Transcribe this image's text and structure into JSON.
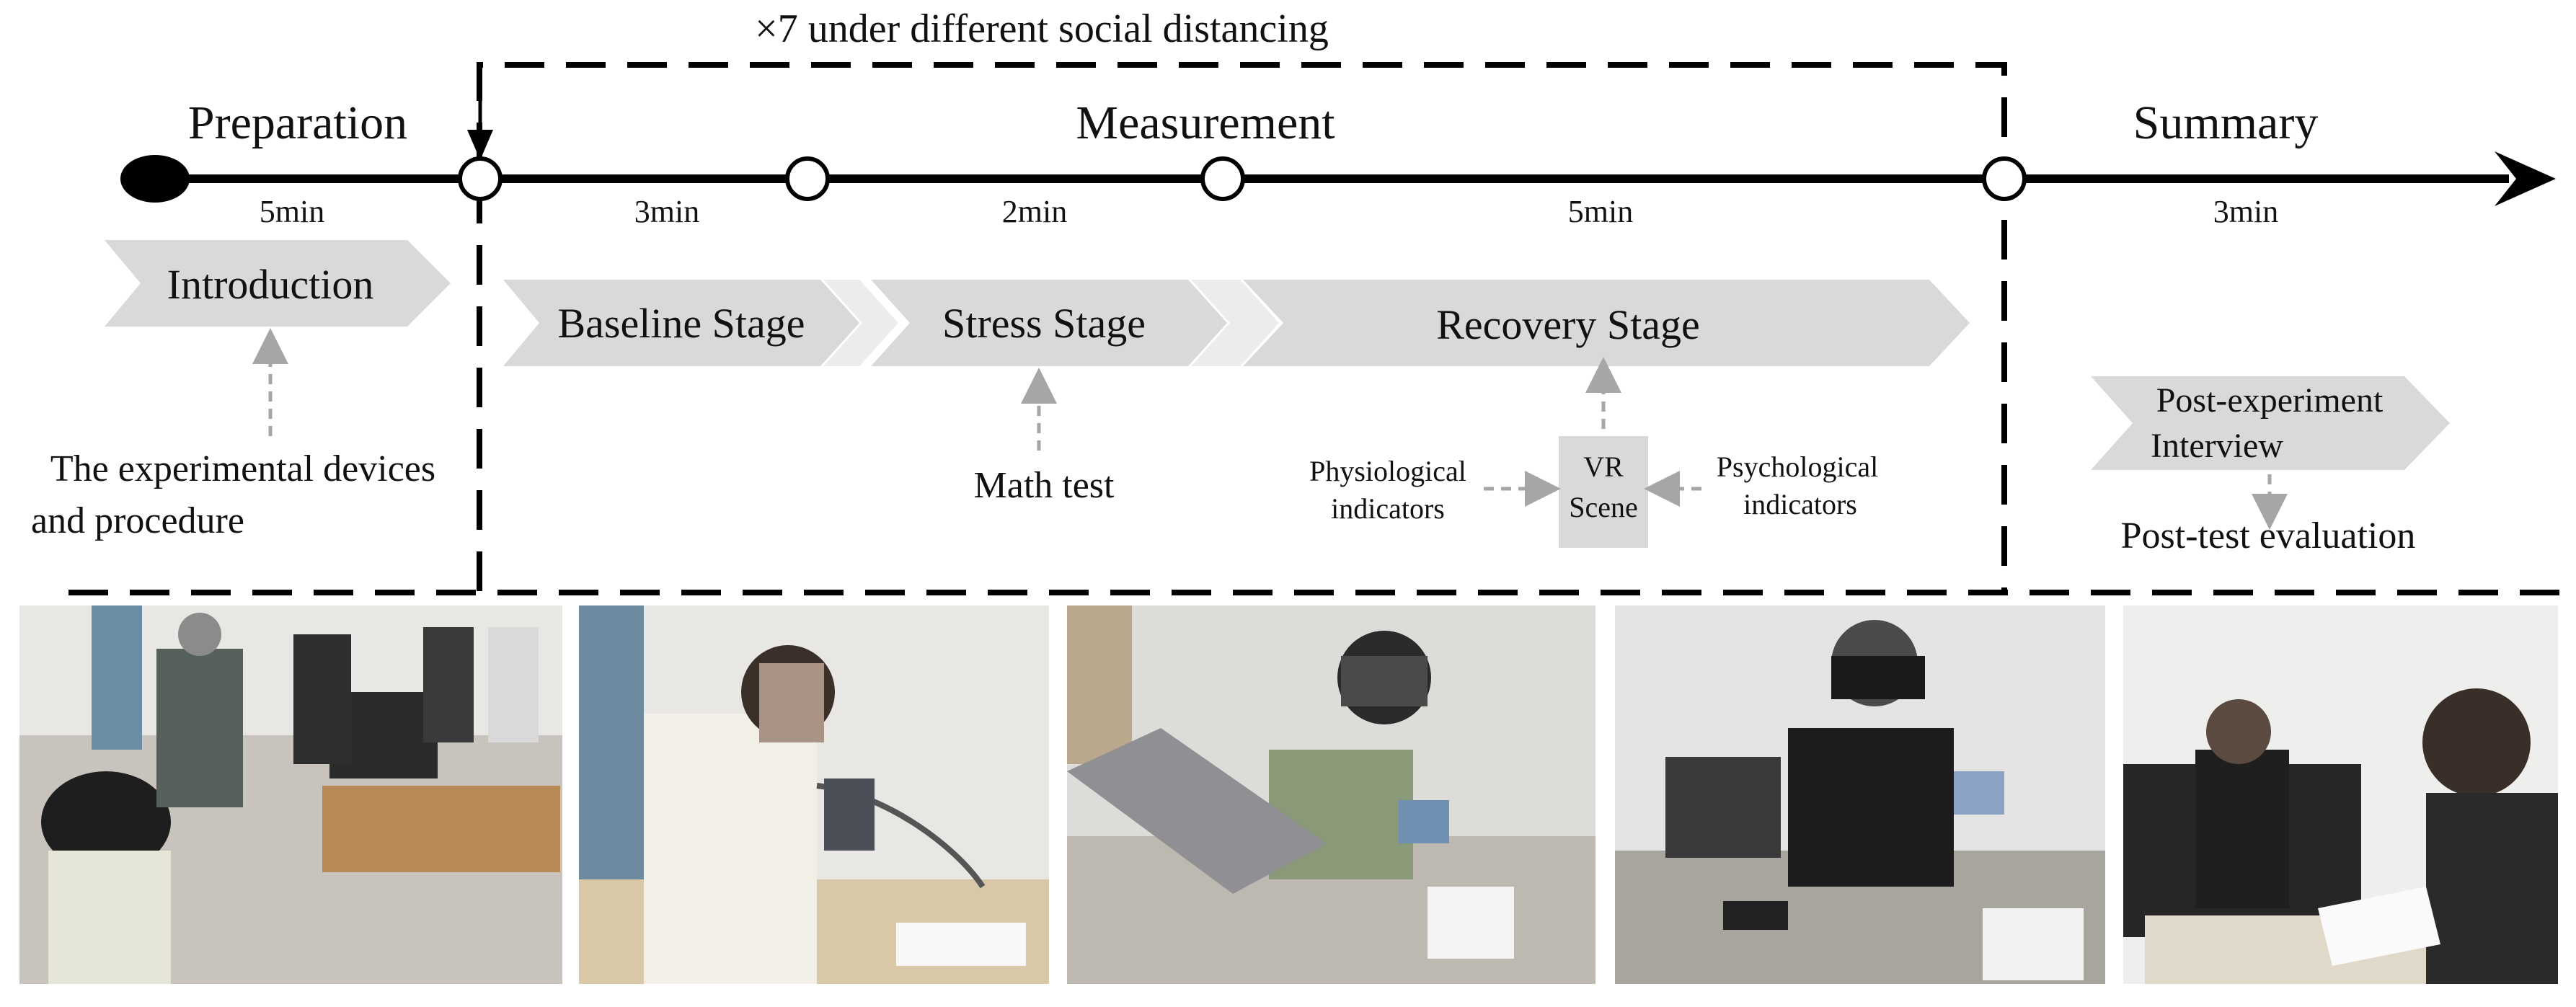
{
  "repeat_label": "×7 under different social distancing",
  "phases": {
    "preparation": "Preparation",
    "measurement": "Measurement",
    "summary": "Summary"
  },
  "durations": [
    "5min",
    "3min",
    "2min",
    "5min",
    "3min"
  ],
  "stages": {
    "introduction": "Introduction",
    "baseline": "Baseline Stage",
    "stress": "Stress Stage",
    "recovery": "Recovery Stage",
    "post_interview_line1": "Post-experiment",
    "post_interview_line2": "Interview"
  },
  "annotations": {
    "devices_line1": "The experimental devices",
    "devices_line2": "and procedure",
    "math_test": "Math test",
    "physio_line1": "Physiological",
    "physio_line2": "indicators",
    "vr_line1": "VR",
    "vr_line2": "Scene",
    "psycho_line1": "Psychological",
    "psycho_line2": "indicators",
    "post_test": "Post-test evaluation"
  },
  "colors": {
    "arrow_fill": "#d9d9d9",
    "arrow_fill_light": "#ececec",
    "line": "#000000",
    "dashed_arrow": "#a6a6a6"
  }
}
